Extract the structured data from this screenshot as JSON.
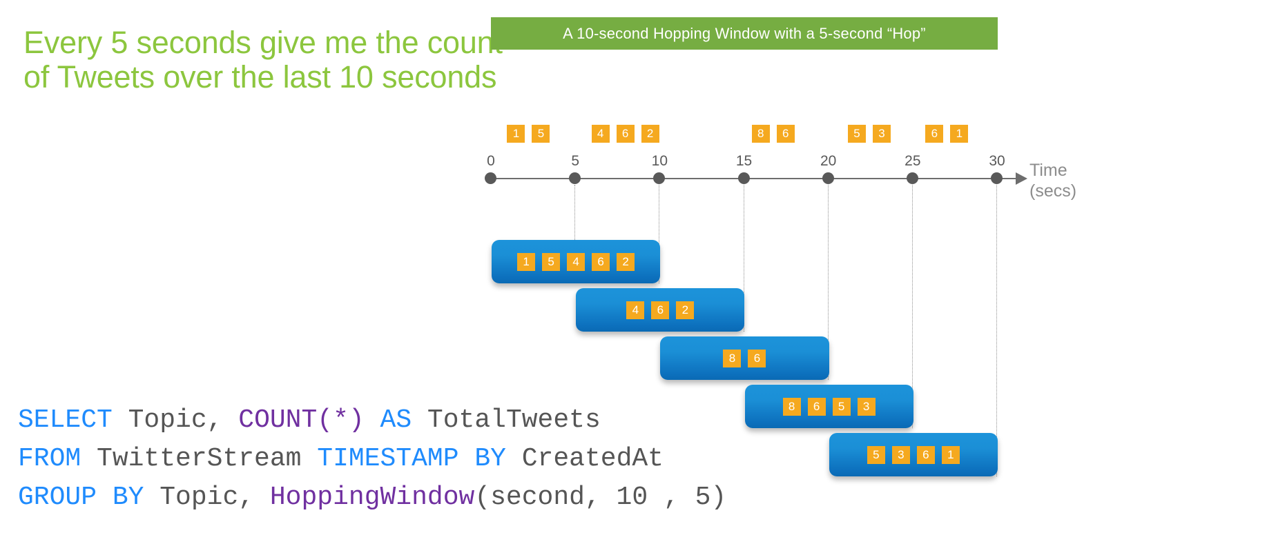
{
  "heading": {
    "text": "Every 5 seconds give me the count of Tweets over the last 10 seconds",
    "color": "#8cc63e"
  },
  "banner": {
    "text": "A 10-second Hopping Window with a 5-second “Hop”",
    "background": "#76ad42",
    "text_color": "#ffffff"
  },
  "timeline": {
    "axis_label_line1": "Time",
    "axis_label_line2": "(secs)",
    "ticks": [
      {
        "label": "0",
        "value": 0
      },
      {
        "label": "5",
        "value": 5
      },
      {
        "label": "10",
        "value": 10
      },
      {
        "label": "15",
        "value": 15
      },
      {
        "label": "20",
        "value": 20
      },
      {
        "label": "25",
        "value": 25
      },
      {
        "label": "30",
        "value": 30
      }
    ],
    "axis_color": "#6d6d6d",
    "tick_label_color": "#595959"
  },
  "events": {
    "chip_color": "#f5a91f",
    "chip_text_color": "#ffffff",
    "groups": [
      {
        "start_time": 1.0,
        "values": [
          "1",
          "5"
        ]
      },
      {
        "start_time": 6.0,
        "values": [
          "4",
          "6",
          "2"
        ]
      },
      {
        "start_time": 15.5,
        "values": [
          "8",
          "6"
        ]
      },
      {
        "start_time": 21.2,
        "values": [
          "5",
          "3"
        ]
      },
      {
        "start_time": 25.8,
        "values": [
          "6",
          "1"
        ]
      }
    ]
  },
  "windows": [
    {
      "name": "window-0-10",
      "start": 0,
      "end": 10,
      "values": [
        "1",
        "5",
        "4",
        "6",
        "2"
      ]
    },
    {
      "name": "window-5-15",
      "start": 5,
      "end": 15,
      "values": [
        "4",
        "6",
        "2"
      ]
    },
    {
      "name": "window-10-20",
      "start": 10,
      "end": 20,
      "values": [
        "8",
        "6"
      ]
    },
    {
      "name": "window-15-25",
      "start": 15,
      "end": 25,
      "values": [
        "8",
        "6",
        "5",
        "3"
      ]
    },
    {
      "name": "window-20-30",
      "start": 20,
      "end": 30,
      "values": [
        "5",
        "3",
        "6",
        "1"
      ]
    }
  ],
  "query": {
    "colors": {
      "keyword": "#1f8bfd",
      "function": "#7030a0",
      "identifier": "#555555"
    },
    "lines": [
      {
        "name": "sql-line-select",
        "tokens": [
          {
            "t": "SELECT",
            "k": "keyword"
          },
          {
            "t": " Topic, ",
            "k": "identifier"
          },
          {
            "t": "COUNT(*)",
            "k": "function"
          },
          {
            "t": " ",
            "k": "identifier"
          },
          {
            "t": "AS",
            "k": "keyword"
          },
          {
            "t": " TotalTweets",
            "k": "identifier"
          }
        ]
      },
      {
        "name": "sql-line-from",
        "tokens": [
          {
            "t": "FROM",
            "k": "keyword"
          },
          {
            "t": " TwitterStream ",
            "k": "identifier"
          },
          {
            "t": "TIMESTAMP BY",
            "k": "keyword"
          },
          {
            "t": " CreatedAt",
            "k": "identifier"
          }
        ]
      },
      {
        "name": "sql-line-groupby",
        "tokens": [
          {
            "t": "GROUP BY",
            "k": "keyword"
          },
          {
            "t": " Topic, ",
            "k": "identifier"
          },
          {
            "t": "HoppingWindow",
            "k": "function"
          },
          {
            "t": "(second, 10 , 5)",
            "k": "identifier"
          }
        ]
      }
    ]
  }
}
